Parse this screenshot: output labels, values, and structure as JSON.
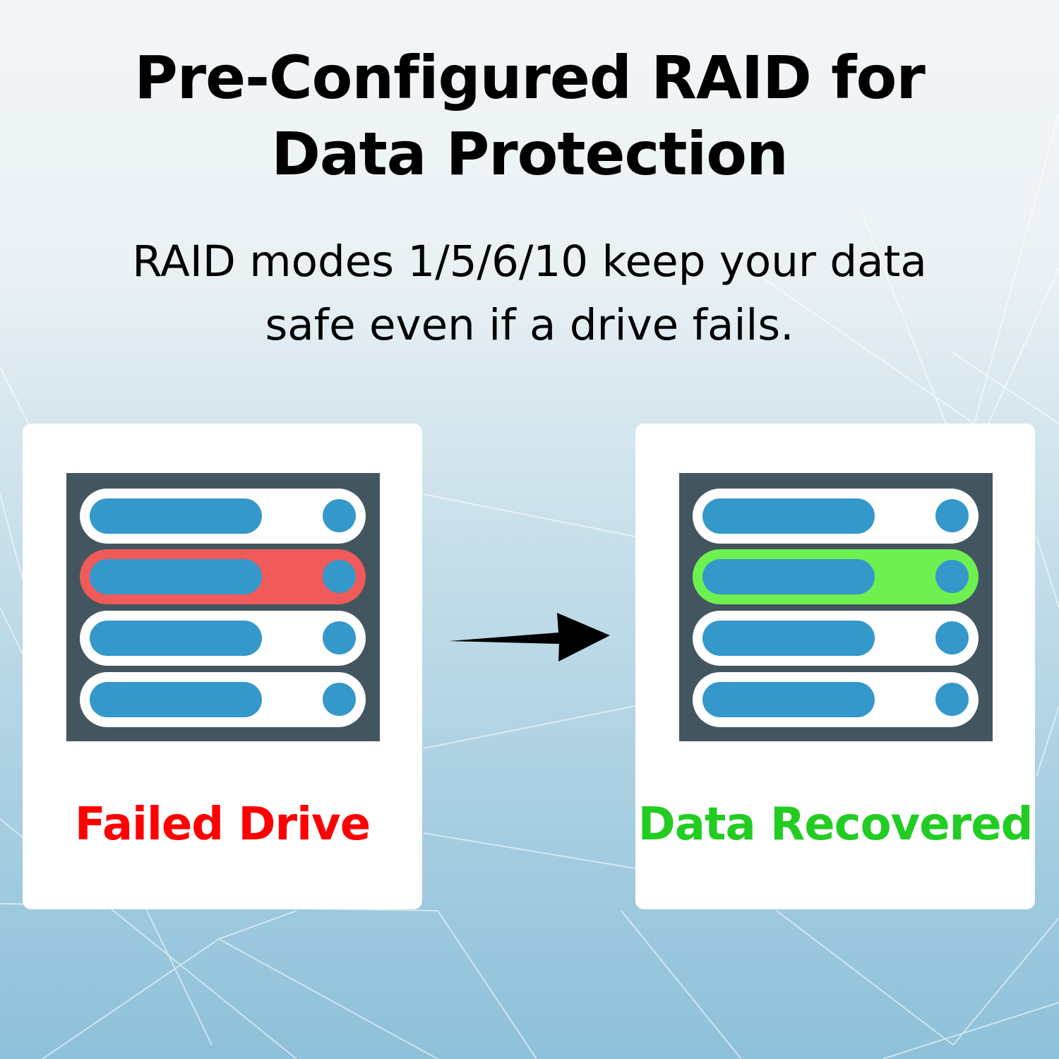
{
  "title": {
    "line1": "Pre-Configured RAID for",
    "line2": "Data Protection"
  },
  "subtitle": {
    "line1": "RAID modes 1/5/6/10 keep your data",
    "line2": "safe even if a drive fails."
  },
  "colors": {
    "rack": "#435660",
    "drive_bar": "#3498cb",
    "failed_highlight": "#f05a5a",
    "recovered_highlight": "#6ff051",
    "failed_text": "#ff0000",
    "recovered_text": "#22cc22"
  },
  "panels": [
    {
      "caption": "Failed Drive",
      "highlight_bay": 2,
      "state": "failed"
    },
    {
      "caption": "Data Recovered",
      "highlight_bay": 2,
      "state": "recovered"
    }
  ],
  "arrow_icon": "right-arrow-icon"
}
